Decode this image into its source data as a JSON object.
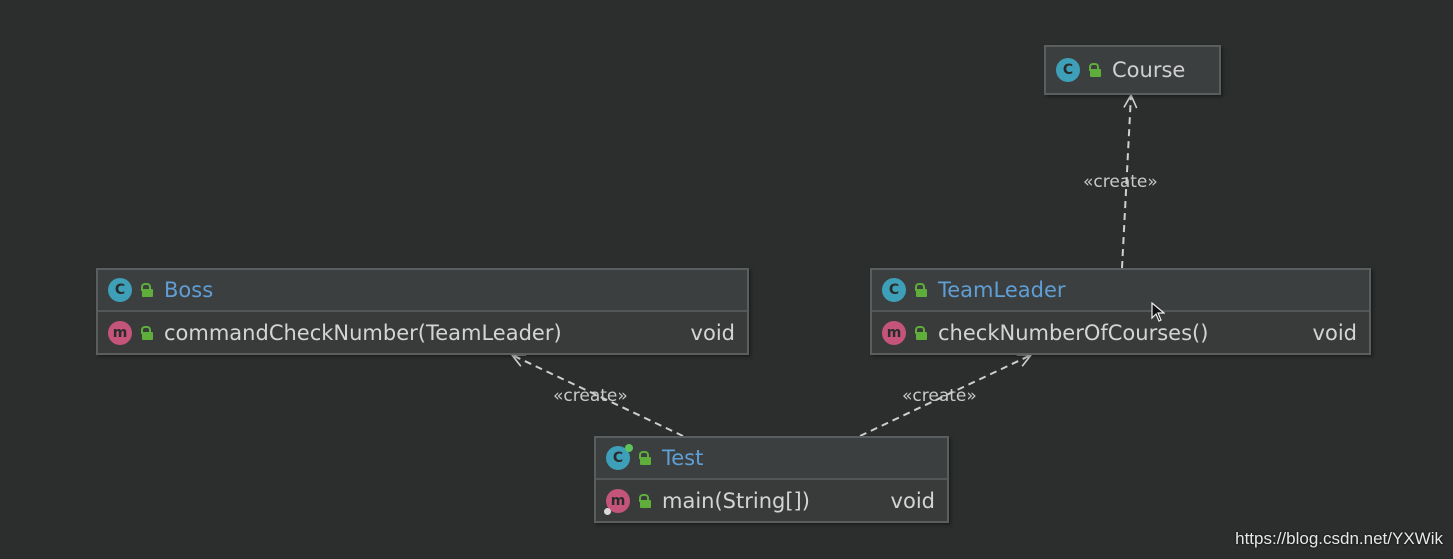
{
  "diagram": {
    "nodes": [
      {
        "id": "course",
        "name": "Course",
        "style": "plain",
        "members": []
      },
      {
        "id": "boss",
        "name": "Boss",
        "style": "normal",
        "members": [
          {
            "signature": "commandCheckNumber(TeamLeader)",
            "returns": "void"
          }
        ]
      },
      {
        "id": "teamleader",
        "name": "TeamLeader",
        "style": "normal",
        "members": [
          {
            "signature": "checkNumberOfCourses()",
            "returns": "void"
          }
        ]
      },
      {
        "id": "test",
        "name": "Test",
        "style": "normal",
        "members": [
          {
            "signature": "main(String[])",
            "returns": "void"
          }
        ]
      }
    ],
    "edges": [
      {
        "from": "teamleader",
        "to": "course",
        "label": "«create»"
      },
      {
        "from": "test",
        "to": "boss",
        "label": "«create»"
      },
      {
        "from": "test",
        "to": "teamleader",
        "label": "«create»"
      }
    ],
    "icons": {
      "class_badge": "C",
      "method_badge": "m"
    },
    "colors": {
      "background": "#2c2e2e",
      "class_name": "#5f9fd5",
      "class_badge": "#3ea0b8",
      "method_badge": "#c4547a",
      "visibility": "#5fae3c",
      "edge": "#cfcfcf"
    }
  },
  "watermark": "https://blog.csdn.net/YXWik"
}
